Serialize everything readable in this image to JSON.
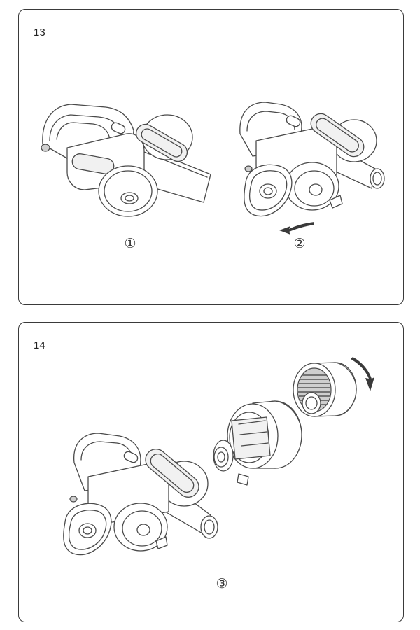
{
  "panels": [
    {
      "step": "13",
      "labels": [
        "①",
        "②"
      ]
    },
    {
      "step": "14",
      "labels": [
        "③"
      ]
    }
  ],
  "icons": {
    "rotate_arrow_13": "curved-arrow-counterclockwise-icon",
    "rotate_arrow_14": "curved-arrow-clockwise-icon"
  }
}
